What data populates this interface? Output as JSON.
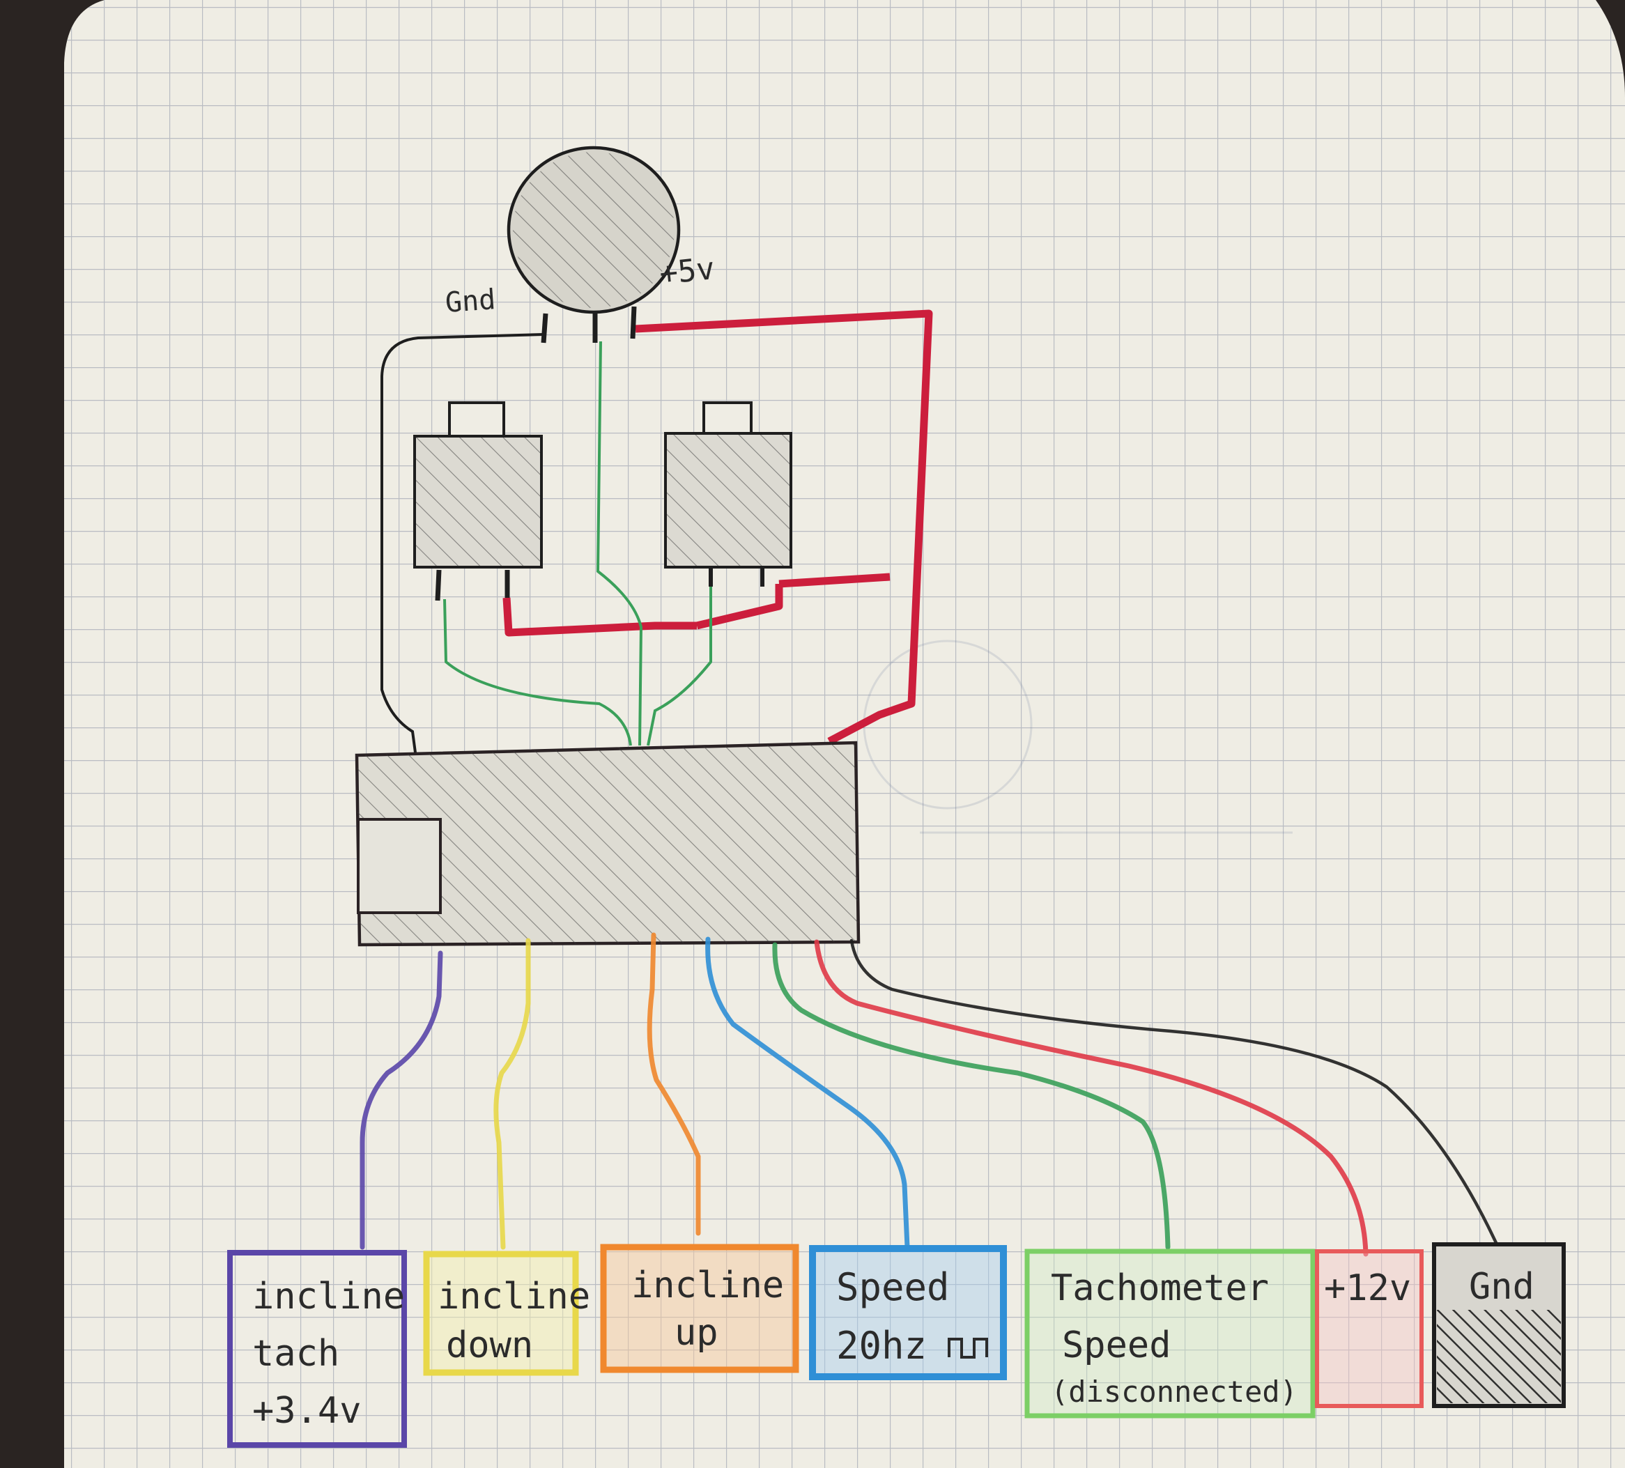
{
  "sensor": {
    "gnd_label": "Gnd",
    "vcc_label": "+5v"
  },
  "connectors": [
    {
      "id": "incline-tach",
      "lines": [
        "incline",
        "tach",
        "+3.4v"
      ],
      "color": "#5a46a8"
    },
    {
      "id": "incline-down",
      "lines": [
        "incline",
        "down"
      ],
      "color": "#e8d84a"
    },
    {
      "id": "incline-up",
      "lines": [
        "incline",
        "up"
      ],
      "color": "#f0882e"
    },
    {
      "id": "speed",
      "lines": [
        "Speed",
        "20hz"
      ],
      "color": "#2f8fd6"
    },
    {
      "id": "tachometer-speed",
      "lines": [
        "Tachometer",
        "Speed",
        "(disconnected)"
      ],
      "color": "#7ccf66"
    },
    {
      "id": "plus-12v",
      "lines": [
        "+12v"
      ],
      "color": "#e85a5a"
    },
    {
      "id": "gnd",
      "lines": [
        "Gnd"
      ],
      "color": "#222222"
    }
  ],
  "colors": {
    "paper": "#efede4",
    "grid": "#b9bcc2",
    "ink": "#1e1e1e",
    "red_marker": "#cc1e3c",
    "green_wire": "#3aa05a"
  }
}
